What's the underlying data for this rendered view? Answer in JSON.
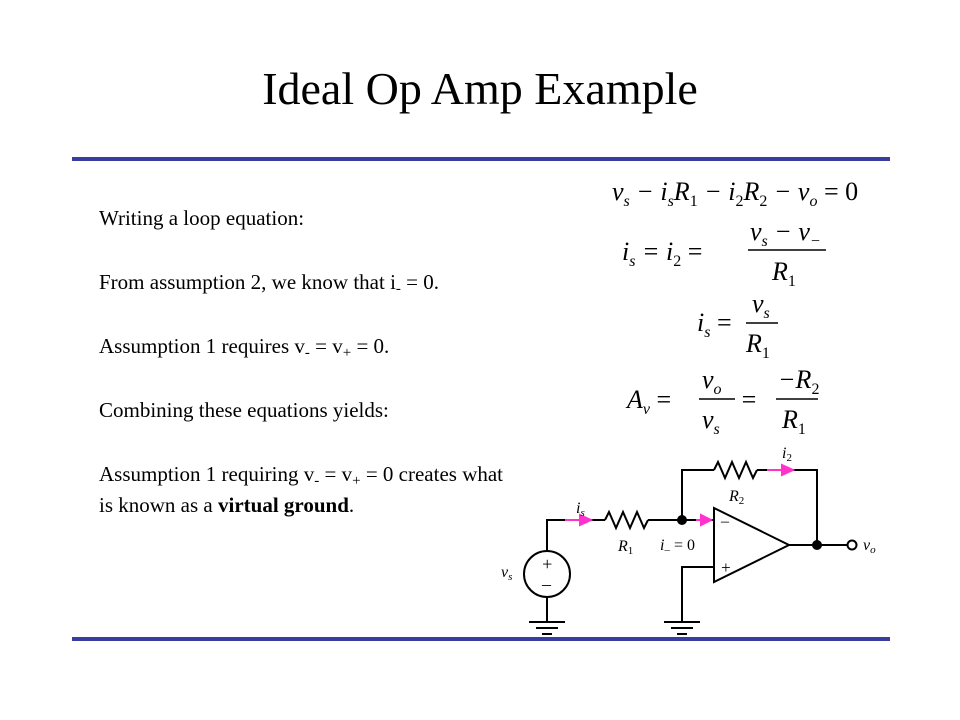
{
  "title": "Ideal Op Amp Example",
  "colors": {
    "rule": "#3a3da0",
    "arrow": "#ff33cc",
    "text": "#000000"
  },
  "bullets": {
    "loop": "Writing a loop equation:",
    "assump2_pre": "From assumption 2, we know that i",
    "assump2_sub": "-",
    "assump2_post": " = 0.",
    "assump1_pre": "Assumption 1 requires v",
    "assump1_sub1": "-",
    "assump1_mid": " = v",
    "assump1_sub2": "+",
    "assump1_post": " = 0.",
    "combine": "Combining these equations yields:",
    "vg_pre": "Assumption 1 requiring v",
    "vg_sub1": "-",
    "vg_mid": " = v",
    "vg_sub2": "+",
    "vg_post": " = 0 creates what is known as a ",
    "vg_bold1": "virtual",
    "vg_space": " ",
    "vg_bold2": "ground",
    "vg_end": "."
  },
  "equations": {
    "eq1": {
      "v": "v",
      "s": "s",
      "minus1": " − i",
      "s2": "s",
      "R": "R",
      "one": "1",
      "minus2": " − i",
      "two": "2",
      "R2": "R",
      "two2": "2",
      "minus3": " − v",
      "o": "o",
      "eq0": " = 0"
    },
    "eq2": {
      "i": "i",
      "s": "s",
      "eq": " = i",
      "two": "2",
      "eq2": " =",
      "num_v": "v",
      "num_s": "s",
      "num_minus": " − v",
      "num_sub": "−",
      "den_R": "R",
      "den_one": "1"
    },
    "eq3": {
      "i": "i",
      "s": "s",
      "eq": " =",
      "num_v": "v",
      "num_s": "s",
      "den_R": "R",
      "den_one": "1"
    },
    "eq4": {
      "A": "A",
      "v": "v",
      "eq1": " =",
      "n1_v": "v",
      "n1_o": "o",
      "d1_v": "v",
      "d1_s": "s",
      "eq2": " =",
      "n2": "−R",
      "n2_sub": "2",
      "d2_R": "R",
      "d2_one": "1"
    }
  },
  "circuit": {
    "is_i": "i",
    "is_s": "s",
    "R1_R": "R",
    "R1_1": "1",
    "R2_R": "R",
    "R2_2": "2",
    "i2_i": "i",
    "i2_2": "2",
    "im_i": "i",
    "im_sub": "–",
    "im_eq": " = 0",
    "vs_v": "v",
    "vs_s": "s",
    "vo_v": "v",
    "vo_o": "o",
    "src_plus": "+",
    "src_minus": "–",
    "amp_minus": "–",
    "amp_plus": "+"
  }
}
